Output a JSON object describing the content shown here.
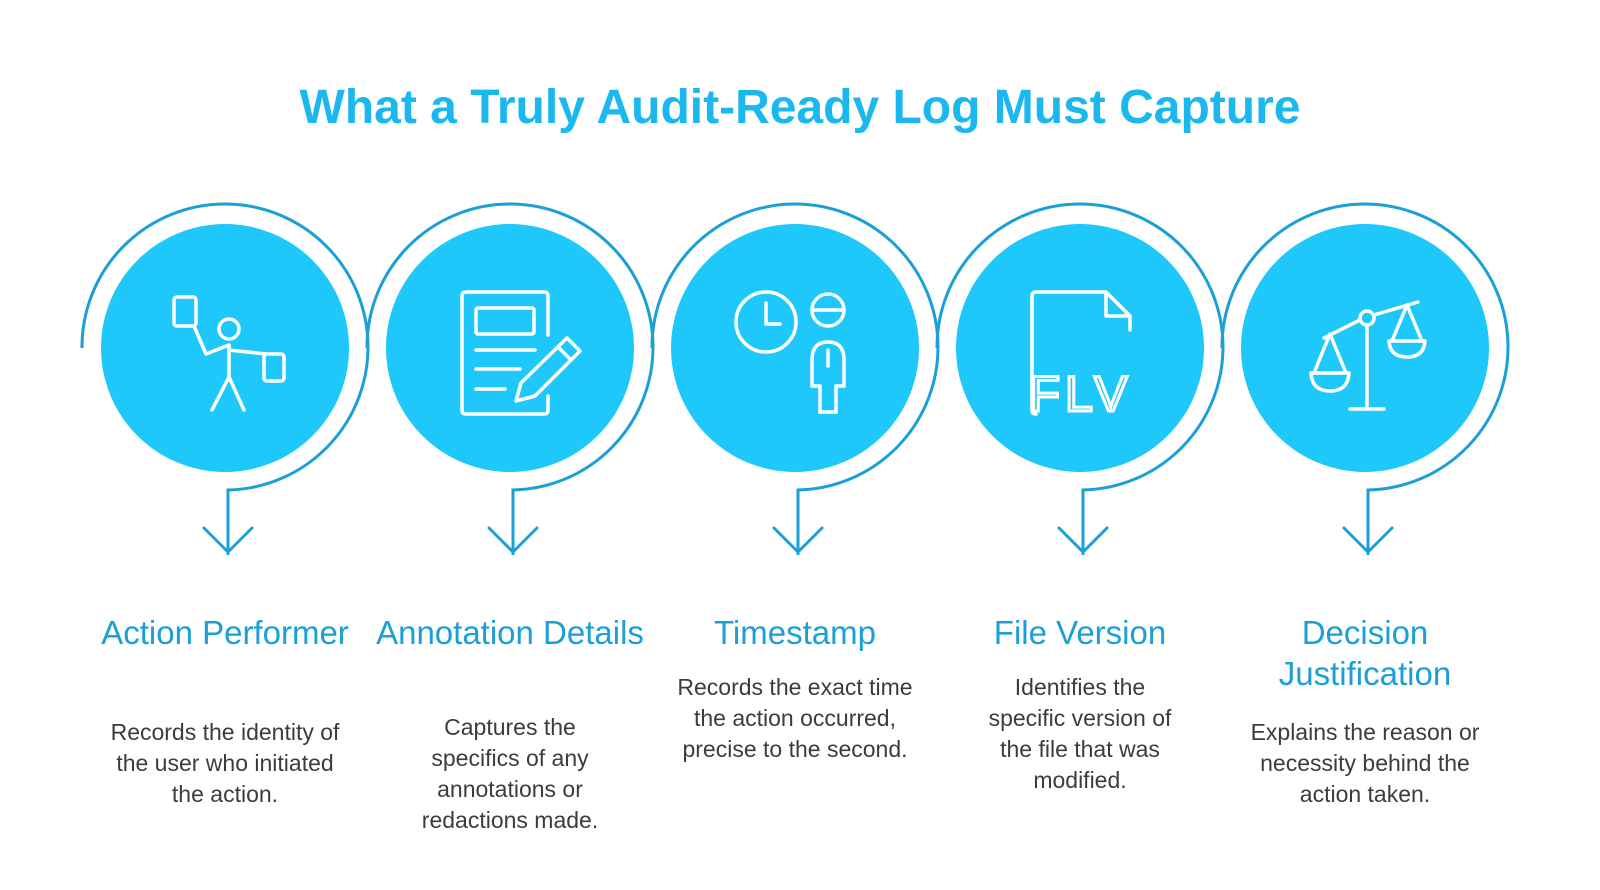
{
  "title": "What a Truly Audit-Ready Log Must Capture",
  "colors": {
    "accent": "#1ec8fa",
    "ring": "#1a9fd6",
    "title": "#1ab8ee",
    "text": "#3c3c3c",
    "icon": "#ffffff"
  },
  "steps": [
    {
      "icon": "person-flags-icon",
      "title": "Action Performer",
      "description": "Records the identity of the user who initiated the action."
    },
    {
      "icon": "document-pencil-icon",
      "title": "Annotation Details",
      "description": "Captures the specifics of any annotations or redactions made."
    },
    {
      "icon": "clock-person-icon",
      "title": "Timestamp",
      "description": "Records the exact time the action occurred, precise to the second."
    },
    {
      "icon": "file-version-icon",
      "icon_text": "FLV",
      "title": "File Version",
      "description": "Identifies the specific version of the file that was modified."
    },
    {
      "icon": "balance-scale-icon",
      "title": "Decision Justification",
      "description": "Explains the reason or necessity behind the action taken."
    }
  ]
}
